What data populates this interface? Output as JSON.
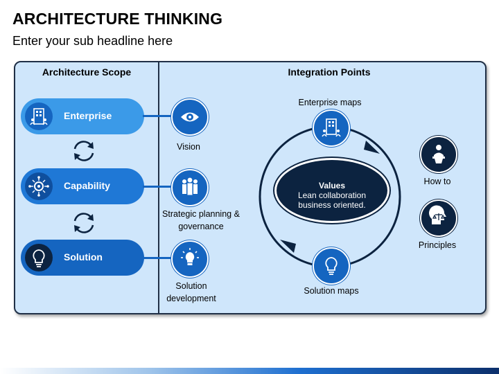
{
  "title": "ARCHITECTURE THINKING",
  "subtitle": "Enter your sub headline here",
  "left_panel": {
    "heading": "Architecture Scope",
    "items": [
      {
        "label": "Enterprise",
        "icon": "building-icon"
      },
      {
        "label": "Capability",
        "icon": "gear-network-icon"
      },
      {
        "label": "Solution",
        "icon": "lightbulb-icon"
      }
    ]
  },
  "middle": {
    "items": [
      {
        "caption": "Vision",
        "icon": "eye-icon"
      },
      {
        "caption": "Strategic planning & governance",
        "icon": "team-icon"
      },
      {
        "caption": "Solution development",
        "icon": "lightbulb-icon"
      }
    ]
  },
  "right_panel": {
    "heading": "Integration Points",
    "top_label": "Enterprise maps",
    "bottom_label": "Solution maps",
    "center": {
      "title": "Values",
      "line1": "Lean collaboration",
      "line2": "business oriented."
    },
    "side_items": [
      {
        "caption": "How to",
        "icon": "speaker-podium-icon"
      },
      {
        "caption": "Principles",
        "icon": "head-scales-icon"
      }
    ]
  },
  "colors": {
    "primary": "#1565c0",
    "light": "#3b9ae8",
    "dark": "#0c2340",
    "panel": "#cfe6fb"
  }
}
